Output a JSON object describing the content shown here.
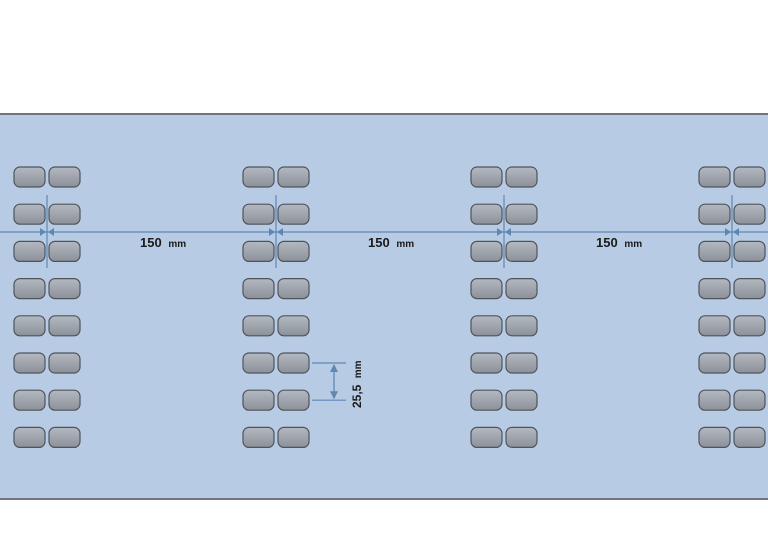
{
  "colors": {
    "panel_fill": "#b7cce4",
    "panel_border": "#6e7480",
    "slot_fill_top": "#b4b9c1",
    "slot_fill_bottom": "#8c9199",
    "slot_border": "#4f545c",
    "dimension_line": "#5f86b5",
    "text": "#1a1a1a"
  },
  "diagram": {
    "column_count": 4,
    "rows_per_column": 8,
    "slots_per_row": 2,
    "horizontal_spacing": {
      "value": "150",
      "unit": "mm"
    },
    "vertical_spacing": {
      "value": "25,5",
      "unit": "mm"
    }
  },
  "labels": {
    "spacing_1_value": "150",
    "spacing_1_unit": "mm",
    "spacing_2_value": "150",
    "spacing_2_unit": "mm",
    "spacing_3_value": "150",
    "spacing_3_unit": "mm",
    "vertical_value": "25,5",
    "vertical_unit": "mm"
  }
}
